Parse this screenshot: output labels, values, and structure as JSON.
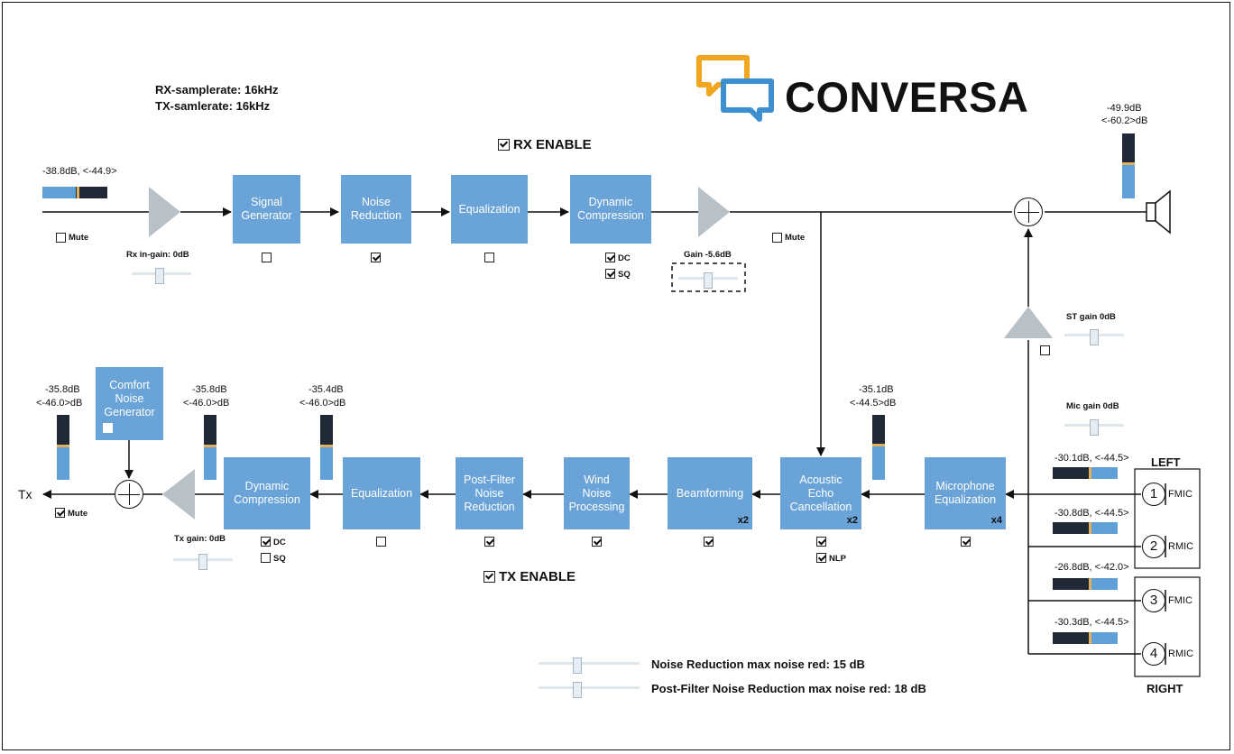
{
  "header": {
    "rx_samplerate": "RX-samplerate: 16kHz",
    "tx_samplerate": "TX-samlerate: 16kHz"
  },
  "logo": {
    "text": "CONVERSA",
    "colors": {
      "orange": "#f2a51e",
      "blue": "#3d8fd0"
    }
  },
  "colors": {
    "block": "#69a3d7",
    "meter_dark": "#202a36",
    "meter_fill": "#5fa0d8",
    "meter_mark": "#e0b060",
    "triangle": "#b8c0c8"
  },
  "rx": {
    "enable_label": "RX ENABLE",
    "enable_checked": true,
    "in_meter_label": "-38.8dB, <-44.9>",
    "mute_label": "Mute",
    "mute_checked": false,
    "in_gain_label": "Rx in-gain: 0dB",
    "blocks": {
      "signal_generator": "Signal\nGenerator",
      "noise_reduction": "Noise\nReduction",
      "equalization": "Equalization",
      "dynamic_compression": "Dynamic\nCompression"
    },
    "signal_generator_checked": false,
    "noise_reduction_checked": true,
    "equalization_checked": false,
    "dc_label": "DC",
    "dc_checked": true,
    "sq_label": "SQ",
    "sq_checked": true,
    "gain_label": "Gain -5.6dB",
    "out_mute_label": "Mute",
    "out_mute_checked": false
  },
  "speaker": {
    "meter_line1": "-49.9dB",
    "meter_line2": "<-60.2>dB"
  },
  "sidetone": {
    "gain_label": "ST gain 0dB",
    "checked": false
  },
  "mic": {
    "gain_label": "Mic gain 0dB",
    "left_label": "LEFT",
    "right_label": "RIGHT",
    "channels": [
      {
        "meter_label": "-30.1dB, <-44.5>",
        "number": "1",
        "name": "FMIC"
      },
      {
        "meter_label": "-30.8dB, <-44.5>",
        "number": "2",
        "name": "RMIC"
      },
      {
        "meter_label": "-26.8dB, <-42.0>",
        "number": "3",
        "name": "FMIC"
      },
      {
        "meter_label": "-30.3dB, <-44.5>",
        "number": "4",
        "name": "RMIC"
      }
    ]
  },
  "tx": {
    "enable_label": "TX ENABLE",
    "enable_checked": true,
    "out_label": "Tx",
    "mute_label": "Mute",
    "mute_checked": true,
    "gain_label": "Tx gain: 0dB",
    "blocks": {
      "comfort_noise_generator": "Comfort\nNoise\nGenerator",
      "dynamic_compression": "Dynamic\nCompression",
      "equalization": "Equalization",
      "post_filter_noise_reduction": "Post-Filter\nNoise\nReduction",
      "wind_noise_processing": "Wind\nNoise\nProcessing",
      "beamforming": "Beamforming",
      "acoustic_echo_cancellation": "Acoustic\nEcho\nCancellation",
      "microphone_equalization": "Microphone\nEqualization"
    },
    "multipliers": {
      "beamforming": "x2",
      "aec": "x2",
      "mic_eq": "x4"
    },
    "comfort_noise_checked": false,
    "dc_label": "DC",
    "dc_checked": true,
    "sq_label": "SQ",
    "sq_checked": false,
    "equalization_checked": false,
    "post_filter_checked": true,
    "wind_noise_checked": true,
    "beamforming_checked": true,
    "aec_checked": true,
    "nlp_label": "NLP",
    "nlp_checked": true,
    "mic_eq_checked": true,
    "meters": {
      "out": {
        "line1": "-35.8dB",
        "line2": "<-46.0>dB"
      },
      "dc_in": {
        "line1": "-35.8dB",
        "line2": "<-46.0>dB"
      },
      "eq_in": {
        "line1": "-35.4dB",
        "line2": "<-46.0>dB"
      },
      "aec_in": {
        "line1": "-35.1dB",
        "line2": "<-44.5>dB"
      }
    }
  },
  "bottom_settings": {
    "noise_reduction": "Noise Reduction max noise red: 15 dB",
    "post_filter": "Post-Filter Noise Reduction max noise red: 18 dB"
  }
}
